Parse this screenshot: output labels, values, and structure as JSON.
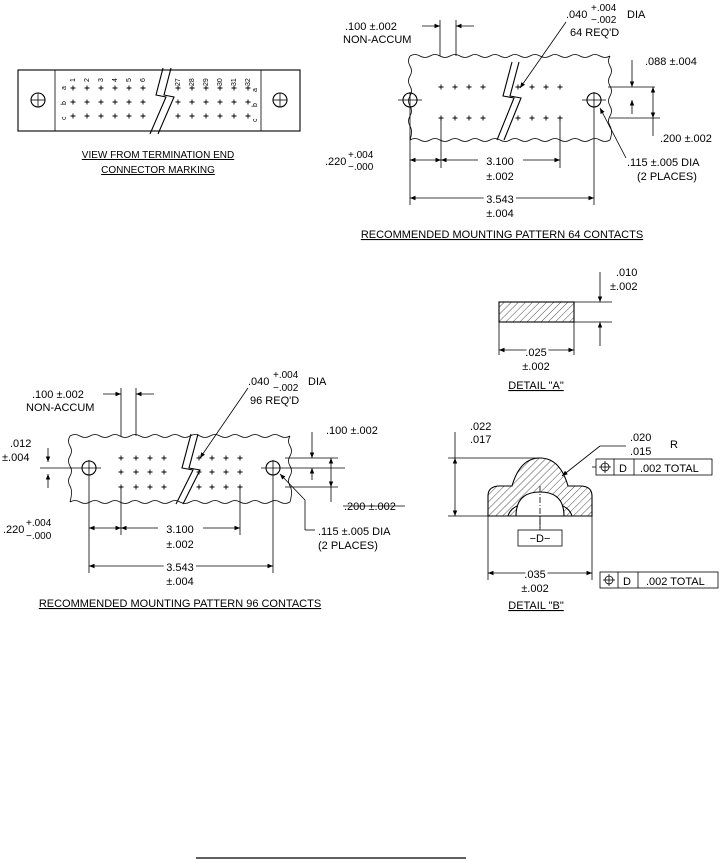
{
  "termination_view": {
    "row_letters": [
      "a",
      "b",
      "c"
    ],
    "col_numbers_left": [
      "1",
      "2",
      "3",
      "4",
      "5",
      "6"
    ],
    "col_numbers_right": [
      "27",
      "28",
      "29",
      "30",
      "31",
      "32"
    ],
    "right_letters": [
      "a",
      "b",
      "c"
    ],
    "caption_line1": "VIEW FROM TERMINATION END",
    "caption_line2": "CONNECTOR MARKING"
  },
  "pattern64": {
    "pitch_line1": ".100 ±.002",
    "pitch_line2": "NON-ACCUM",
    "hole_tol_main": ".040",
    "hole_tol_plus": "+.004",
    "hole_tol_minus": "−.002",
    "hole_tol_dia": "DIA",
    "hole_count": "64 REQ'D",
    "row_offset": ".088 ±.004",
    "row_spacing": ".200 ±.002",
    "edge_main": ".220",
    "edge_plus": "+.004",
    "edge_minus": "−.000",
    "span_line1": "3.100",
    "span_line2": "±.002",
    "mount_hole_line1": ".115 ±.005 DIA",
    "mount_hole_line2": "(2 PLACES)",
    "overall_line1": "3.543",
    "overall_line2": "±.004",
    "caption": "RECOMMENDED MOUNTING PATTERN 64 CONTACTS"
  },
  "detail_a": {
    "thickness_line1": ".010",
    "thickness_line2": "±.002",
    "width_line1": ".025",
    "width_line2": "±.002",
    "caption": "DETAIL \"A\""
  },
  "pattern96": {
    "pitch_line1": ".100 ±.002",
    "pitch_line2": "NON-ACCUM",
    "hole_tol_main": ".040",
    "hole_tol_plus": "+.004",
    "hole_tol_minus": "−.002",
    "hole_tol_dia": "DIA",
    "hole_count": "96 REQ'D",
    "row_offset_line1": ".012",
    "row_offset_line2": "±.004",
    "row_pitch": ".100 ±.002",
    "row_spacing": ".200 ±.002",
    "edge_main": ".220",
    "edge_plus": "+.004",
    "edge_minus": "−.000",
    "span_line1": "3.100",
    "span_line2": "±.002",
    "mount_hole_line1": ".115 ±.005 DIA",
    "mount_hole_line2": "(2 PLACES)",
    "overall_line1": "3.543",
    "overall_line2": "±.004",
    "caption": "RECOMMENDED MOUNTING PATTERN 96 CONTACTS"
  },
  "detail_b": {
    "height_line1": ".022",
    "height_line2": ".017",
    "radius_line1": ".020",
    "radius_line2": ".015",
    "radius_symbol": "R",
    "fcf_top_datum": "D",
    "fcf_top_tol": ".002 TOTAL",
    "datum_label": "−D−",
    "width_line1": ".035",
    "width_line2": "±.002",
    "fcf_bottom_datum": "D",
    "fcf_bottom_tol": ".002 TOTAL",
    "caption": "DETAIL \"B\""
  }
}
